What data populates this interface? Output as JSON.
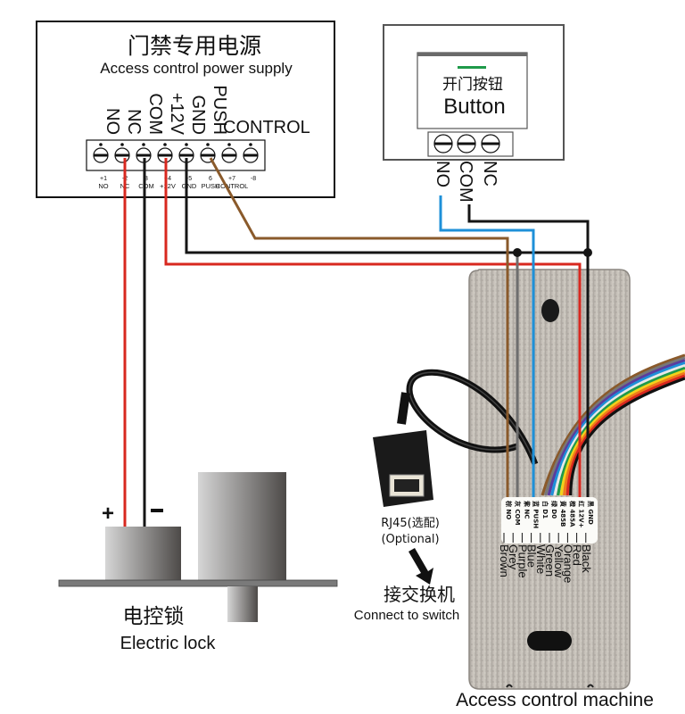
{
  "power_supply": {
    "title_cn": "门禁专用电源",
    "title_en": "Access control power supply",
    "terminal_labels": [
      "NO",
      "NC",
      "COM",
      "+12V",
      "GND",
      "PUSH"
    ],
    "control_label": "CONTROL",
    "terminals": [
      {
        "num": "+1",
        "name": "NO"
      },
      {
        "num": "-2",
        "name": "NC"
      },
      {
        "num": "3",
        "name": "COM"
      },
      {
        "num": "+4",
        "name": "+12V"
      },
      {
        "num": "-5",
        "name": "GND"
      },
      {
        "num": "6",
        "name": "PUSH"
      },
      {
        "num": "+7",
        "name": "CONTROL"
      },
      {
        "num": "-8",
        "name": ""
      }
    ]
  },
  "button": {
    "title_cn": "开门按钮",
    "title_en": "Button",
    "terminal_labels": [
      "NO",
      "COM",
      "NC"
    ]
  },
  "lock": {
    "title_cn": "电控锁",
    "title_en": "Electric lock",
    "plus": "+",
    "minus": "-"
  },
  "rj45": {
    "label": "RJ45(选配)",
    "optional": "(Optional)",
    "switch_cn": "接交换机",
    "switch_en": "Connect to switch"
  },
  "machine": {
    "title_en": "Access control machine",
    "wire_tags": [
      {
        "cn": "棕",
        "fn": "NO",
        "color_name": "Brown",
        "color": "#8a5a2b"
      },
      {
        "cn": "灰",
        "fn": "COM",
        "color_name": "Grey",
        "color": "#777777"
      },
      {
        "cn": "紫",
        "fn": "NC",
        "color_name": "Purple",
        "color": "#5b3c9e"
      },
      {
        "cn": "蓝",
        "fn": "PUSH",
        "color_name": "Blue",
        "color": "#1e90d8"
      },
      {
        "cn": "白",
        "fn": "D1",
        "color_name": "White",
        "color": "#e8e8e8"
      },
      {
        "cn": "绿",
        "fn": "D0",
        "color_name": "Green",
        "color": "#1f9a4a"
      },
      {
        "cn": "黄",
        "fn": "485B",
        "color_name": "Yellow",
        "color": "#f2d21b"
      },
      {
        "cn": "橙",
        "fn": "485A",
        "color_name": "Orange",
        "color": "#f07a1a"
      },
      {
        "cn": "红",
        "fn": "12V+",
        "color_name": "Red",
        "color": "#d8281f"
      },
      {
        "cn": "黑",
        "fn": "GND",
        "color_name": "Black",
        "color": "#111111"
      }
    ]
  },
  "colors": {
    "wire_red": "#d8281f",
    "wire_black": "#151515",
    "wire_brown": "#8a5a2b",
    "wire_blue": "#1e90d8",
    "wire_grey": "#6e6e6e",
    "button_led": "#1f9a4a"
  }
}
